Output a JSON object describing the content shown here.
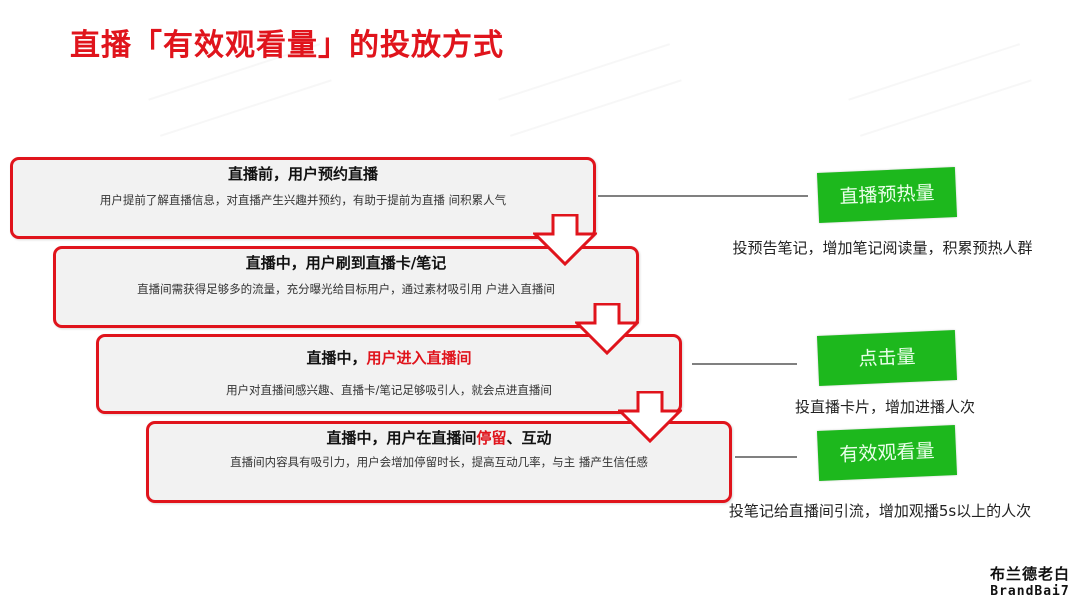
{
  "title": "直播「有效观看量」的投放方式",
  "steps": [
    {
      "heading_prefix": "直播前，用户预约直播",
      "heading_highlight": "",
      "heading_suffix": "",
      "description": "用户提前了解直播信息，对直播产生兴趣并预约，有助于提前为直播 间积累人气"
    },
    {
      "heading_prefix": "直播中，用户刷到直播卡/笔记",
      "heading_highlight": "",
      "heading_suffix": "",
      "description": "直播间需获得足够多的流量，充分曝光给目标用户，通过素材吸引用 户进入直播间"
    },
    {
      "heading_prefix": "直播中，",
      "heading_highlight": "用户进入直播间",
      "heading_suffix": "",
      "description": "用户对直播间感兴趣、直播卡/笔记足够吸引人，就会点进直播间"
    },
    {
      "heading_prefix": "直播中，用户在直播间",
      "heading_highlight": "停留",
      "heading_suffix": "、互动",
      "description": "直播间内容具有吸引力，用户会增加停留时长，提高互动几率，与主 播产生信任感"
    }
  ],
  "metrics": [
    {
      "label": "直播预热量",
      "caption": "投预告笔记，增加笔记阅读量，积累预热人群"
    },
    {
      "label": "点击量",
      "caption": "投直播卡片，增加进播人次"
    },
    {
      "label": "有效观看量",
      "caption": "投笔记给直播间引流，增加观播5s以上的人次"
    }
  ],
  "brand": {
    "cn": "布兰德老白",
    "en": "BrandBai7"
  },
  "colors": {
    "accent_red": "#e0141c",
    "metric_green": "#1db81d",
    "box_fill": "#f2f2f2",
    "connector_gray": "#808080"
  }
}
